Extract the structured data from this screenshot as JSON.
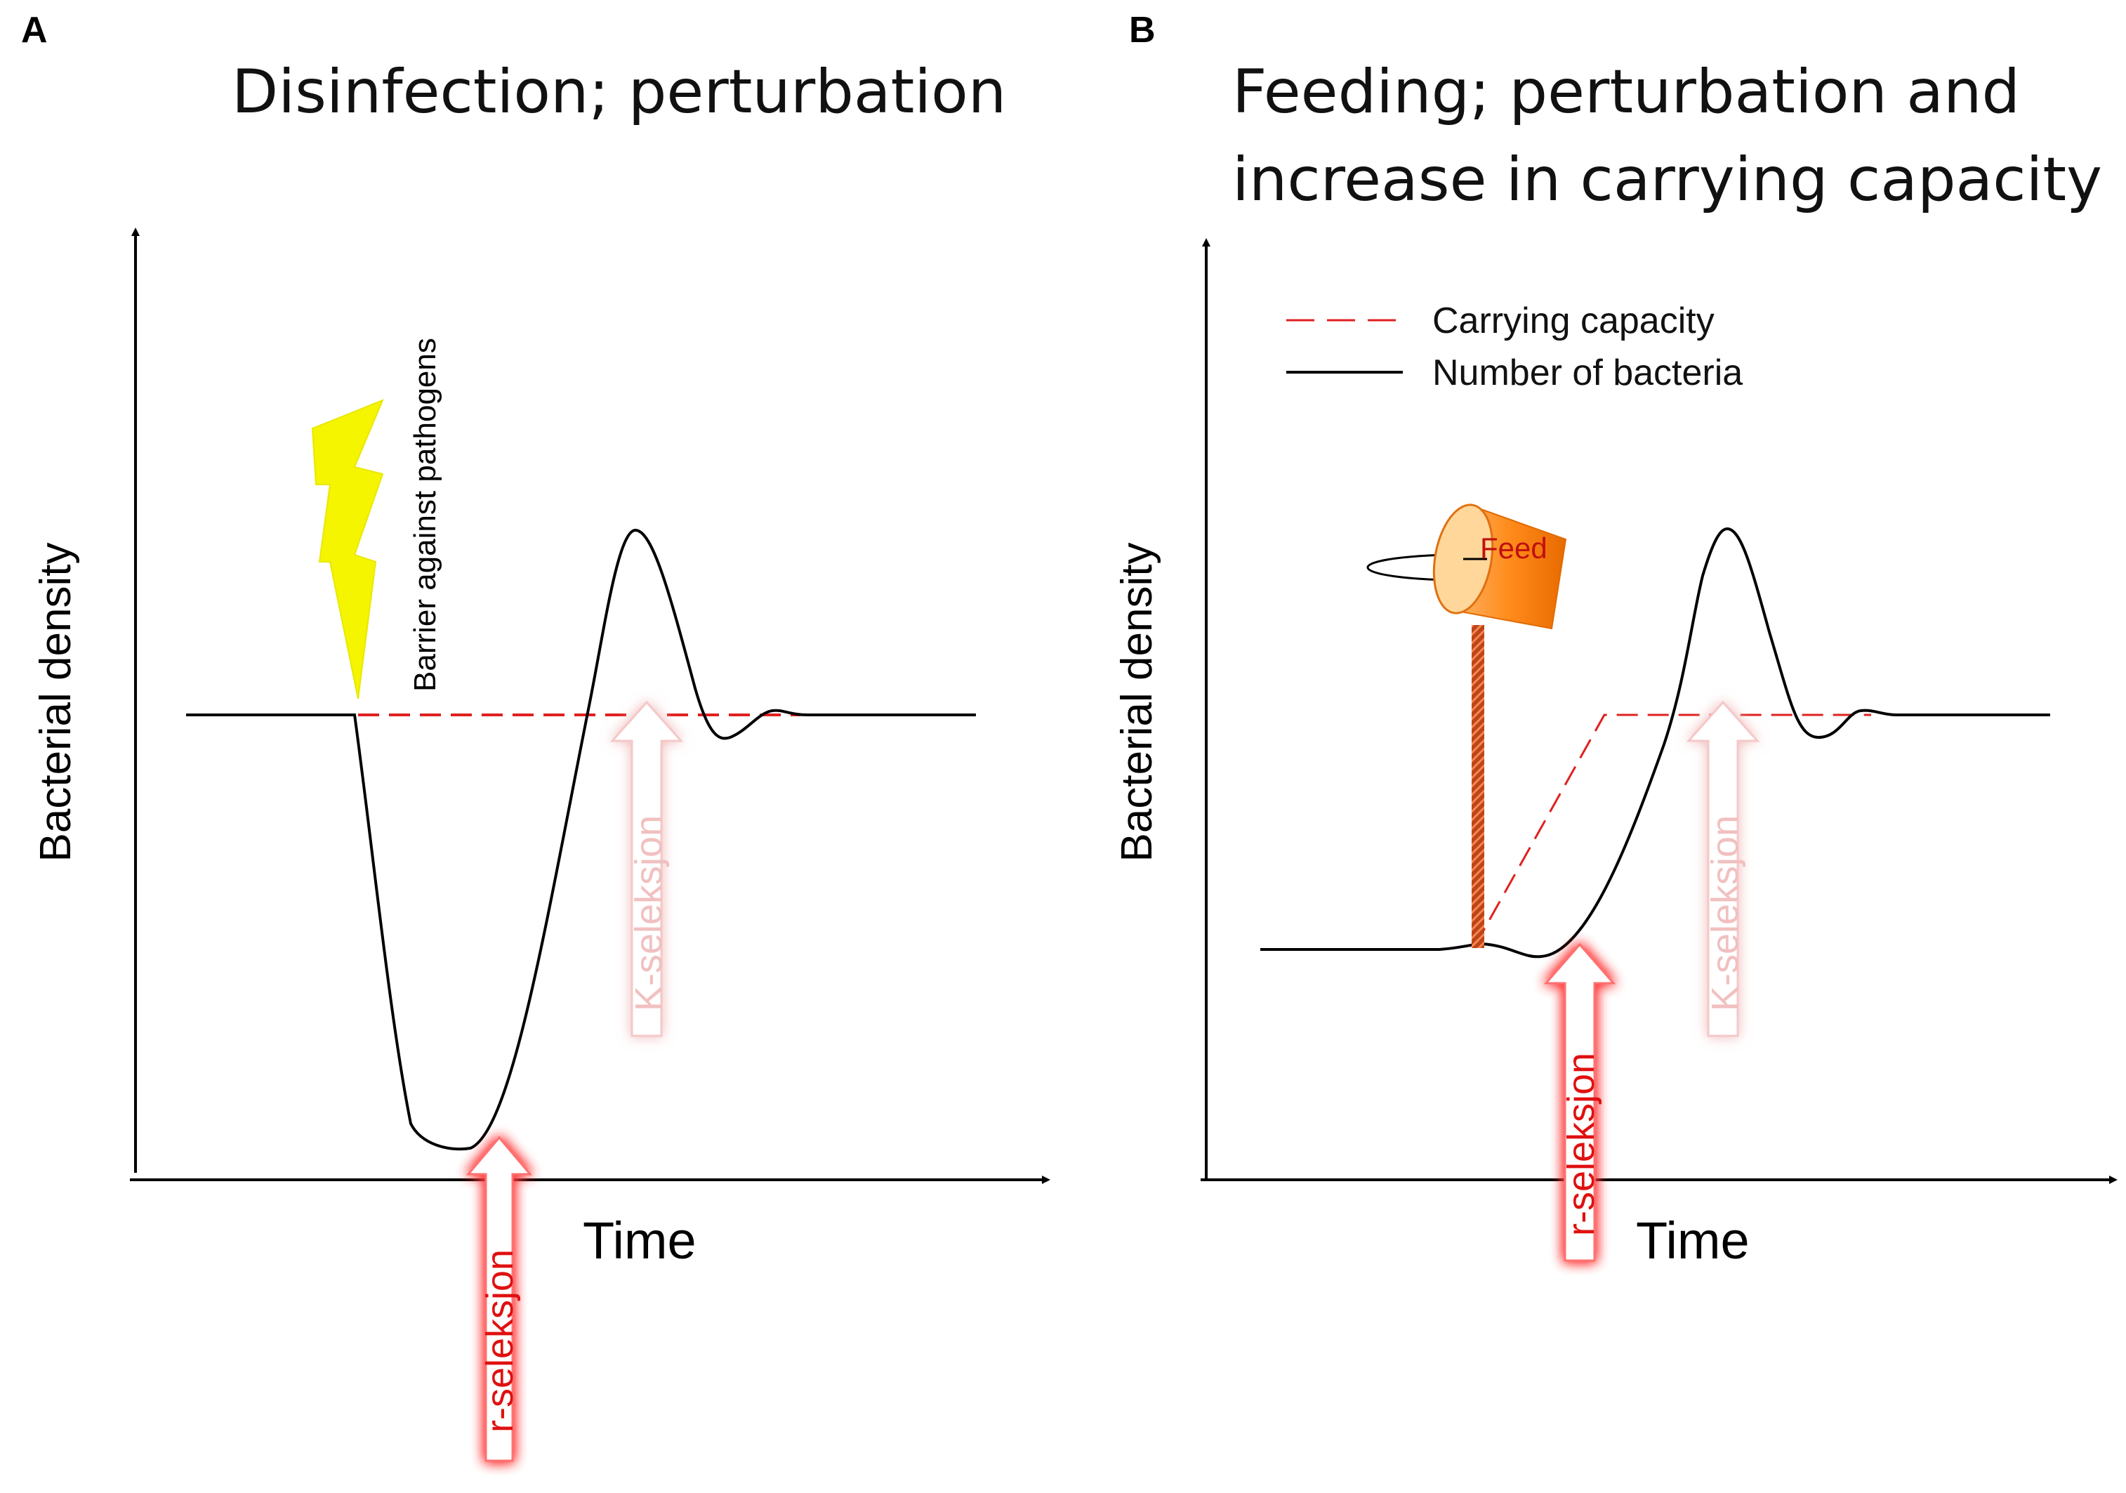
{
  "panel_a": {
    "letter": "A",
    "title": "Disinfection; perturbation",
    "y_label": "Bacterial density",
    "x_label": "Time",
    "barrier_label": "Barrier against pathogens",
    "r_arrow_label": "r-seleksjon",
    "k_arrow_label": "K-seleksjon"
  },
  "panel_b": {
    "letter": "B",
    "title_line1": "Feeding; perturbation and",
    "title_line2": "increase in carrying capacity",
    "y_label": "Bacterial density",
    "x_label": "Time",
    "feed_label": "Feed",
    "r_arrow_label": "r-seleksjon",
    "k_arrow_label": "K-seleksjon",
    "legend": {
      "carrying_capacity": "Carrying capacity",
      "number_of_bacteria": "Number of bacteria"
    }
  },
  "colors": {
    "curve": "#000000",
    "carrying_capacity": "#e02020",
    "lightning": "#f5f500",
    "r_arrow_glow": "#ff4040",
    "k_arrow_glow": "#f4c8c8",
    "bucket": "#ff8c1a",
    "feed_stream": "#c0441a"
  },
  "icons": [
    "lightning-bolt-icon",
    "feed-bucket-icon"
  ]
}
